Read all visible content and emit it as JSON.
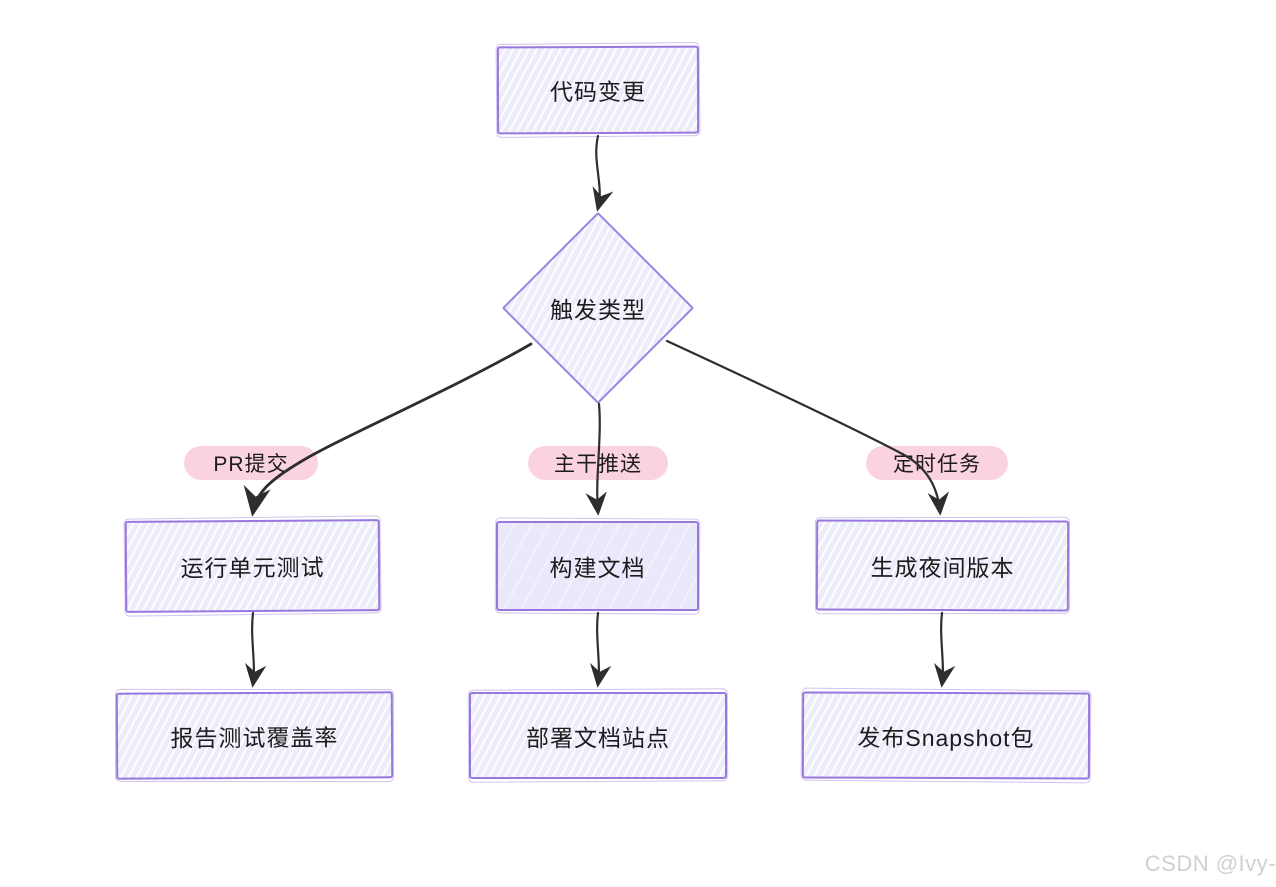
{
  "diagram": {
    "type": "flowchart",
    "style": "hand-drawn",
    "nodes": {
      "code_change": {
        "label": "代码变更",
        "shape": "rectangle",
        "fill_style": "hachure"
      },
      "trigger_type": {
        "label": "触发类型",
        "shape": "diamond",
        "fill_style": "hachure"
      },
      "run_unit_tests": {
        "label": "运行单元测试",
        "shape": "rectangle",
        "fill_style": "hachure"
      },
      "build_docs": {
        "label": "构建文档",
        "shape": "rectangle",
        "fill_style": "solid"
      },
      "generate_nightly": {
        "label": "生成夜间版本",
        "shape": "rectangle",
        "fill_style": "hachure"
      },
      "report_coverage": {
        "label": "报告测试覆盖率",
        "shape": "rectangle",
        "fill_style": "hachure"
      },
      "deploy_docs_site": {
        "label": "部署文档站点",
        "shape": "rectangle",
        "fill_style": "hachure"
      },
      "publish_snapshot": {
        "label": "发布Snapshot包",
        "shape": "rectangle",
        "fill_style": "hachure"
      }
    },
    "edges": [
      {
        "from": "code_change",
        "to": "trigger_type",
        "label": ""
      },
      {
        "from": "trigger_type",
        "to": "run_unit_tests",
        "label": "PR提交"
      },
      {
        "from": "trigger_type",
        "to": "build_docs",
        "label": "主干推送"
      },
      {
        "from": "trigger_type",
        "to": "generate_nightly",
        "label": "定时任务"
      },
      {
        "from": "run_unit_tests",
        "to": "report_coverage",
        "label": ""
      },
      {
        "from": "build_docs",
        "to": "deploy_docs_site",
        "label": ""
      },
      {
        "from": "generate_nightly",
        "to": "publish_snapshot",
        "label": ""
      }
    ],
    "colors": {
      "node_border": "#9878dd",
      "node_fill": "#edecfb",
      "hatch_line": "#ffffff",
      "edge_stroke": "#2e2e2e",
      "edge_label_bg": "#fbd3de",
      "text": "#1c1c1c",
      "canvas_bg": "#ffffff",
      "watermark": "#d0d0d0"
    }
  },
  "watermark": {
    "text": "CSDN @Ivy-"
  }
}
